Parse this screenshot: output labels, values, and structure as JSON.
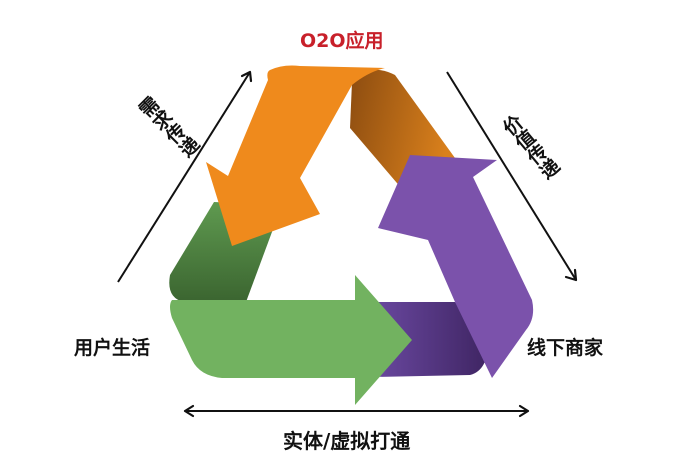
{
  "diagram": {
    "title": "O2O应用",
    "nodes": {
      "top": "O2O应用",
      "left": "用户生活",
      "right": "线下商家"
    },
    "edges": {
      "left_side": "需求传递",
      "right_side": "价值传递",
      "bottom_side": "实体/虚拟打通"
    },
    "colors": {
      "orange": "#ef8a1c",
      "orange_dark": "#9a5412",
      "purple": "#7b52ab",
      "purple_dark": "#4d2f73",
      "green": "#72b260",
      "green_dark": "#3f6b35",
      "title_red": "#c8202a",
      "text": "#111111"
    }
  }
}
